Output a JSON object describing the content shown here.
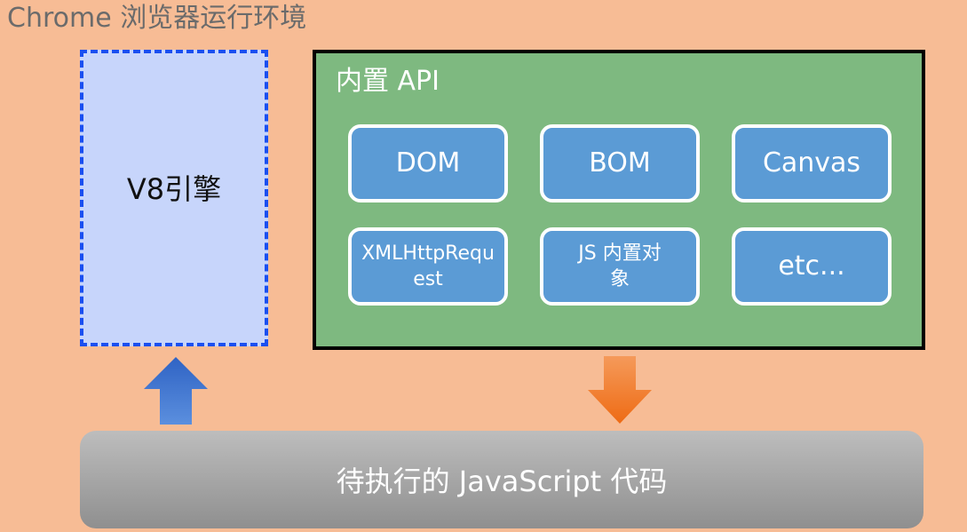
{
  "title": "Chrome 浏览器运行环境",
  "v8": {
    "label": "V8引擎"
  },
  "builtin_api": {
    "title": "内置 API",
    "items": [
      {
        "label": "DOM"
      },
      {
        "label": "BOM"
      },
      {
        "label": "Canvas"
      },
      {
        "label": "XMLHttpRequest"
      },
      {
        "label": "JS 内置对象"
      },
      {
        "label": "etc..."
      }
    ]
  },
  "code": {
    "label": "待执行的 JavaScript 代码"
  },
  "colors": {
    "background": "#f7bc95",
    "v8_fill": "#c7d5fb",
    "v8_border": "#1a4ff0",
    "api_fill": "#7eb980",
    "item_fill": "#5b9bd5",
    "up_arrow": "#3f72c9",
    "down_arrow": "#f07a25",
    "code_fill": "#a6a6a6"
  },
  "icons": {
    "up_arrow": "arrow-up-icon",
    "down_arrow": "arrow-down-icon"
  }
}
